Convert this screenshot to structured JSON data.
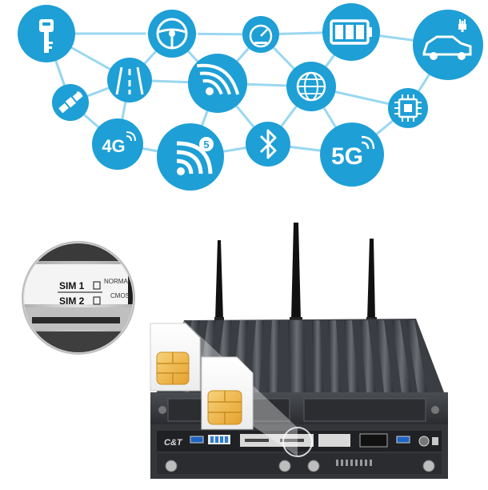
{
  "network": {
    "label_4g": "4G",
    "label_5g": "5G",
    "label_wifi_gen": "5",
    "icons": [
      "key-icon",
      "steering-wheel-icon",
      "speedometer-icon",
      "battery-icon",
      "electric-car-icon",
      "road-icon",
      "satellite-icon",
      "wireless-signal-icon",
      "globe-icon",
      "chip-icon",
      "4g-icon",
      "wifi-6-icon",
      "bluetooth-icon",
      "5g-icon"
    ],
    "accent_color": "#1e9fd6",
    "link_color": "#8fd3f0"
  },
  "sim_slot": {
    "sim1_label": "SIM 1",
    "sim2_label": "SIM 2",
    "normal_label": "NORMAL",
    "cmos_label": "CMOS"
  },
  "device": {
    "brand_label": "C&T"
  }
}
